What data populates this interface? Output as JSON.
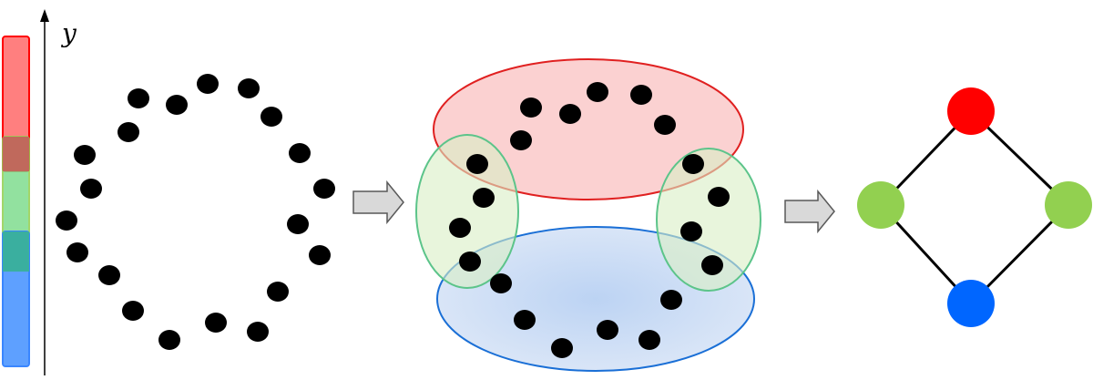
{
  "axis": {
    "label": "y"
  },
  "colors": {
    "red": "#ff0000",
    "green": "#92d050",
    "blue": "#0070c0",
    "node_blue": "#0066ff",
    "point": "#000000",
    "arrow_fill": "#d9d9d9"
  },
  "filter_bar": {
    "segments": [
      {
        "name": "red",
        "from": 0.63,
        "to": 1.0
      },
      {
        "name": "green",
        "from": 0.29,
        "to": 0.71
      },
      {
        "name": "blue",
        "from": 0.0,
        "to": 0.39
      }
    ]
  },
  "panels": [
    {
      "name": "point-cloud"
    },
    {
      "name": "cover-clusters",
      "clusters": [
        "red",
        "green",
        "green",
        "blue"
      ]
    },
    {
      "name": "nerve-graph",
      "nodes": [
        "red",
        "green",
        "green",
        "blue"
      ],
      "edges": [
        [
          "red",
          "green-left"
        ],
        [
          "red",
          "green-right"
        ],
        [
          "green-left",
          "blue"
        ],
        [
          "green-right",
          "blue"
        ]
      ]
    }
  ]
}
